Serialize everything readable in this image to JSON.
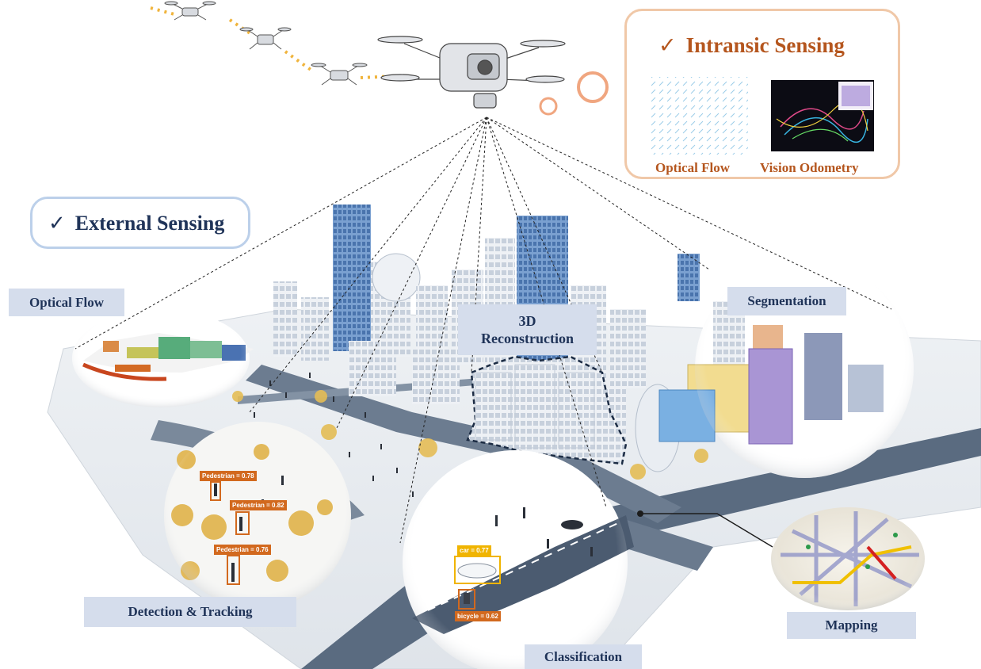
{
  "intrinsic": {
    "title": "Intransic Sensing",
    "check": "✓",
    "items": [
      "Optical Flow",
      "Vision Odometry"
    ]
  },
  "external": {
    "title": "External Sensing",
    "check": "✓"
  },
  "labels": {
    "optical_flow": "Optical Flow",
    "reconstruction_line1": "3D",
    "reconstruction_line2": "Reconstruction",
    "segmentation": "Segmentation",
    "detection": "Detection & Tracking",
    "classification": "Classification",
    "mapping": "Mapping"
  },
  "detections": {
    "pedestrian_1": "Pedestrian = 0.78",
    "pedestrian_2": "Pedestrian = 0.82",
    "pedestrian_3": "Pedestrian = 0.76",
    "car": "car = 0.77",
    "bicycle": "bicycle = 0.62"
  },
  "colors": {
    "intrinsic_border": "#f0c8a8",
    "intrinsic_text": "#b5561e",
    "external_border": "#bcd0ea",
    "external_text": "#1f3358",
    "label_bg": "#d5ddec",
    "detection_orange": "#d2691e",
    "detection_yellow": "#f0b400"
  }
}
